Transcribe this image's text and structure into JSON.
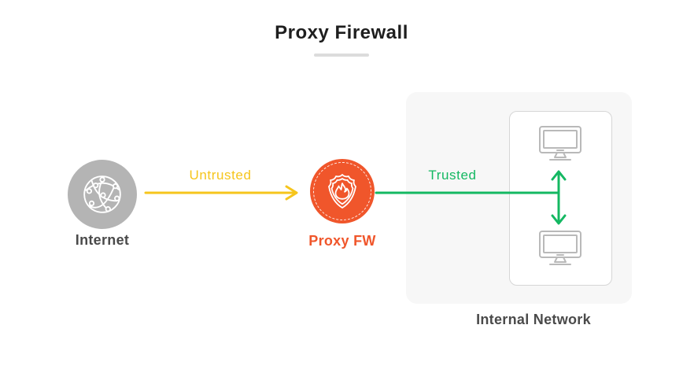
{
  "title": {
    "text": "Proxy Firewall"
  },
  "colors": {
    "orange": "#F0562B",
    "yellow": "#F6C51C",
    "green": "#14B862",
    "gray-circle": "#B4B4B4",
    "icon-gray": "#B9B9B9",
    "text-dark": "#4A4A4A",
    "title-dark": "#1E1E1E",
    "panel-bg": "#F7F7F7",
    "box-border": "#D6D6D6",
    "underline": "#DCDCDC"
  },
  "nodes": {
    "internet": {
      "label": "Internet",
      "icon": "globe-network-icon"
    },
    "proxy": {
      "label": "Proxy FW",
      "icon": "shield-flame-icon"
    },
    "internal": {
      "label": "Internal Network",
      "icon": "monitor-icon",
      "monitor_count": 2
    }
  },
  "edges": {
    "untrusted": {
      "label": "Untrusted",
      "direction": "right"
    },
    "trusted": {
      "label": "Trusted",
      "direction": "right"
    },
    "internal_link": {
      "direction": "both"
    }
  }
}
